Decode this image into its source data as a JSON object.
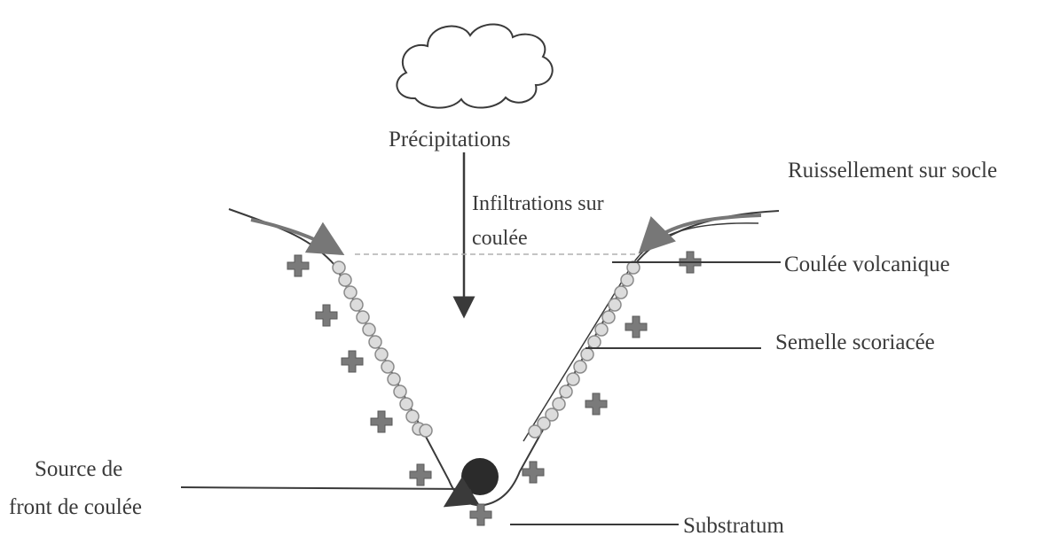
{
  "labels": {
    "precipitations": "Précipitations",
    "infiltrations_line1": "Infiltrations sur",
    "infiltrations_line2": "coulée",
    "ruissellement": "Ruissellement sur socle",
    "coulee_volcanique": "Coulée volcanique",
    "semelle_scoriacee": "Semelle scoriacée",
    "source_line1": "Source de",
    "source_line2": "front de coulée",
    "substratum": "Substratum"
  },
  "colors": {
    "line": "#3a3a3a",
    "scoria_fill": "#dcdcdc",
    "scoria_stroke": "#8a8a8a",
    "cross_fill": "#7a7a7a",
    "cross_stroke": "#5a5a5a",
    "source_fill": "#2b2b2b",
    "runoff_arrow": "#777777",
    "dashed_line": "#b0b0b0"
  },
  "icons": {
    "cloud": "cloud-icon",
    "cross": "rock-cross-icon",
    "source": "spring-dot-icon"
  }
}
